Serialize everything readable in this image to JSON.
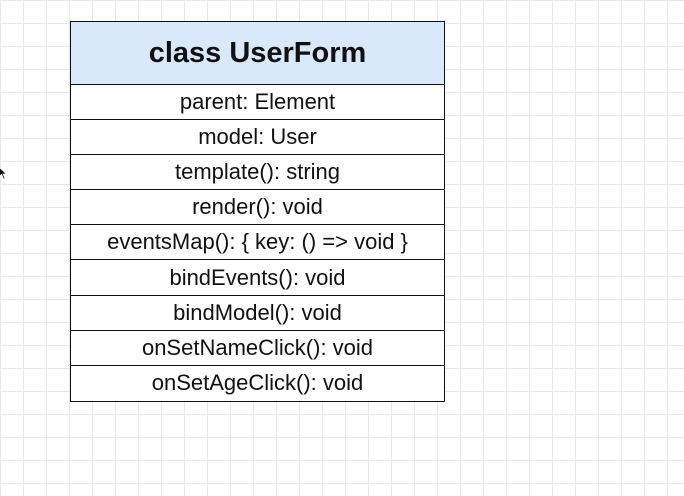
{
  "class_box": {
    "title": "class UserForm",
    "header_color": "#dae8fc",
    "members": [
      "parent: Element",
      "model: User",
      "template(): string",
      "render(): void",
      "eventsMap(): { key: () => void }",
      "bindEvents(): void",
      "bindModel(): void",
      "onSetNameClick(): void",
      "onSetAgeClick(): void"
    ]
  },
  "cursor": {
    "icon": "mouse-pointer-icon"
  }
}
